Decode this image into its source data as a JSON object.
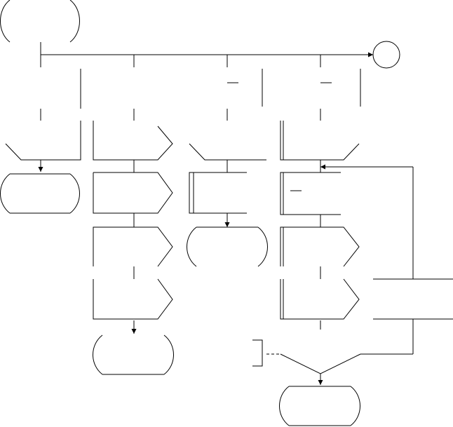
{
  "diagram": {
    "type": "flowchart",
    "style": {
      "stroke_color": "#000000",
      "background_color": "#ffffff",
      "dashed_connector_color": "#000000"
    },
    "shapes": [
      {
        "kind": "terminator-start"
      },
      {
        "kind": "connector-circle"
      },
      {
        "kind": "terminator"
      },
      {
        "kind": "terminator"
      },
      {
        "kind": "terminator"
      },
      {
        "kind": "terminator-end"
      }
    ]
  }
}
